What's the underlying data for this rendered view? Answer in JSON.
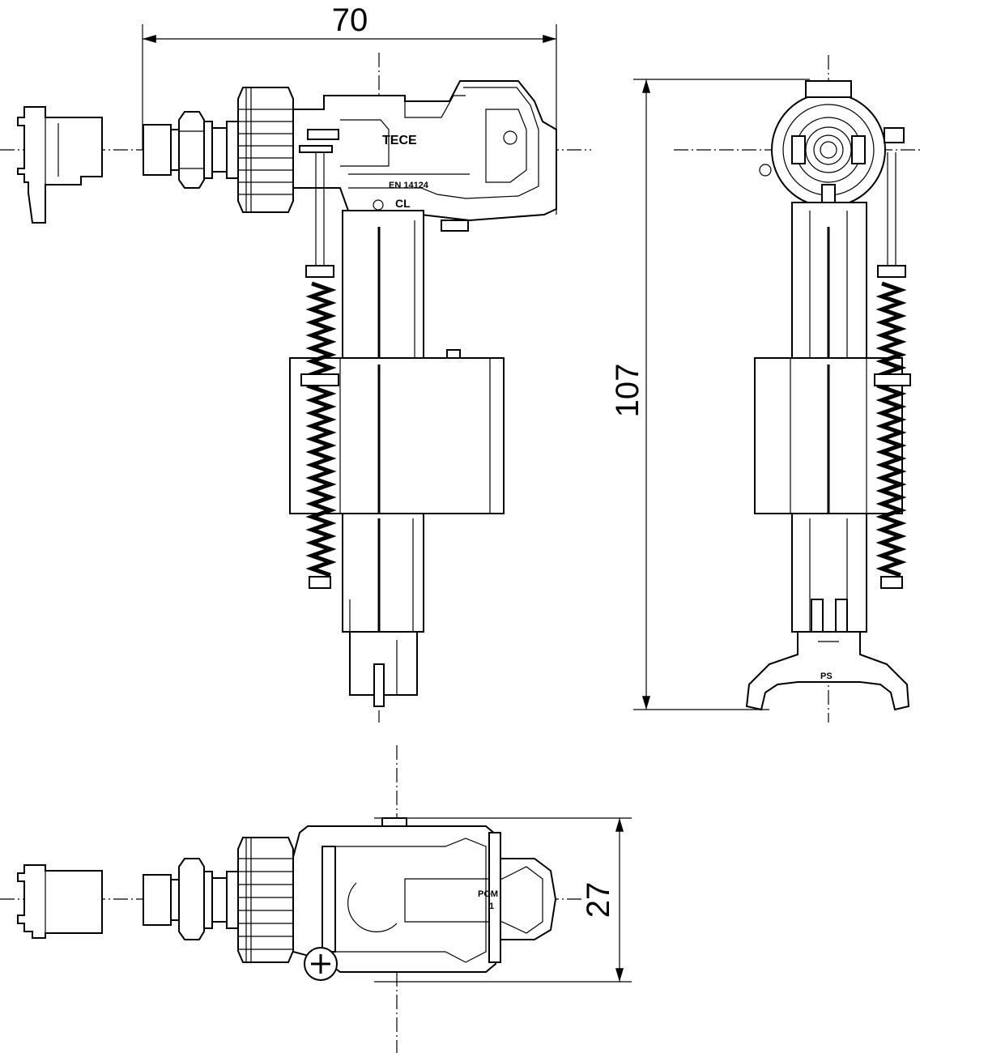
{
  "dimensions": {
    "width_top": "70",
    "height_side": "107",
    "height_bottom_view": "27"
  },
  "markings": {
    "brand_logo": "TECE",
    "standard": "EN 14124",
    "class": "CL",
    "material_side": "PS",
    "material_bottom": "POM",
    "material_bottom_sub": "1"
  }
}
